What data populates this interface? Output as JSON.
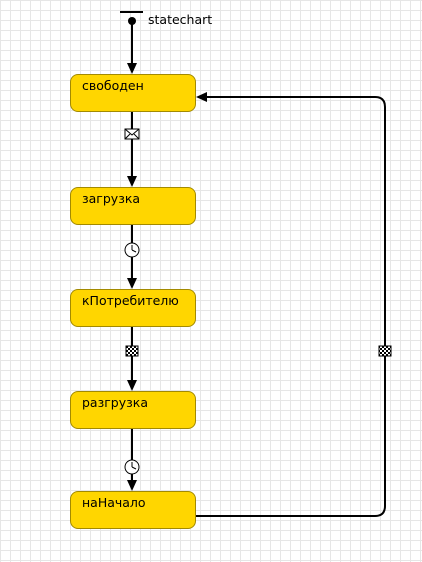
{
  "statechart": {
    "label": "statechart"
  },
  "states": [
    {
      "label": "свободен"
    },
    {
      "label": "загрузка"
    },
    {
      "label": "кПотребителю"
    },
    {
      "label": "разгрузка"
    },
    {
      "label": "наНачало"
    }
  ],
  "transitions": [
    {
      "from": "свободен",
      "to": "загрузка",
      "trigger_icon": "envelope-icon"
    },
    {
      "from": "загрузка",
      "to": "кПотребителю",
      "trigger_icon": "clock-icon"
    },
    {
      "from": "кПотребителю",
      "to": "разгрузка",
      "trigger_icon": "checkered-flag-icon"
    },
    {
      "from": "разгрузка",
      "to": "наНачало",
      "trigger_icon": "clock-icon"
    },
    {
      "from": "наНачало",
      "to": "свободен",
      "trigger_icon": "checkered-flag-icon"
    }
  ],
  "colors": {
    "state_fill": "#ffd600",
    "state_border": "#a38a00",
    "wire": "#000000",
    "grid": "#e6e6e6"
  }
}
